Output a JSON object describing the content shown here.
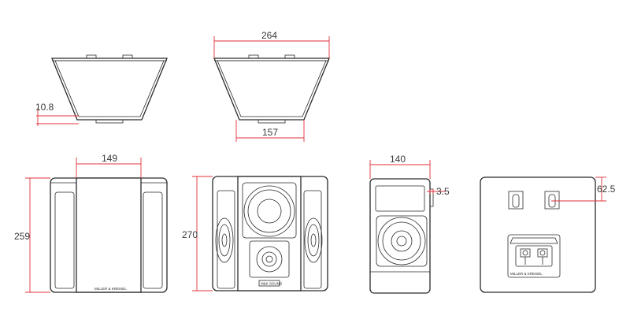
{
  "dimensions": {
    "top_width": "264",
    "bottom_width": "157",
    "base_height": "10.8",
    "front_width": "149",
    "front_height": "259",
    "angled_height": "270",
    "side_depth": "140",
    "side_offset": "3.5",
    "back_offset": "62.5"
  },
  "logos": {
    "front": "MILLER & KREISEL",
    "back": "MILLER & KREISEL",
    "badge": "M&K SOUND"
  },
  "colors": {
    "outline": "#2a2a2a",
    "dimension": "#e0303a"
  }
}
